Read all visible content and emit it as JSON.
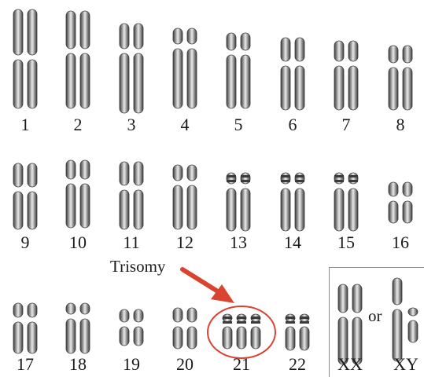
{
  "labels": [
    "1",
    "2",
    "3",
    "4",
    "5",
    "6",
    "7",
    "8",
    "9",
    "10",
    "11",
    "12",
    "13",
    "14",
    "15",
    "16",
    "17",
    "18",
    "19",
    "20",
    "21",
    "22"
  ],
  "annotation": {
    "text": "Trisomy",
    "target": "21",
    "highlight_color": "#d9432f"
  },
  "sex_chromosomes": {
    "female": "XX",
    "connector": "or",
    "male": "XY"
  },
  "colors": {
    "chromosome_dark": "#4a4a4a",
    "chromosome_light": "#e6e6e6",
    "text": "#1a1a1a",
    "box": "#8a8a8a"
  }
}
